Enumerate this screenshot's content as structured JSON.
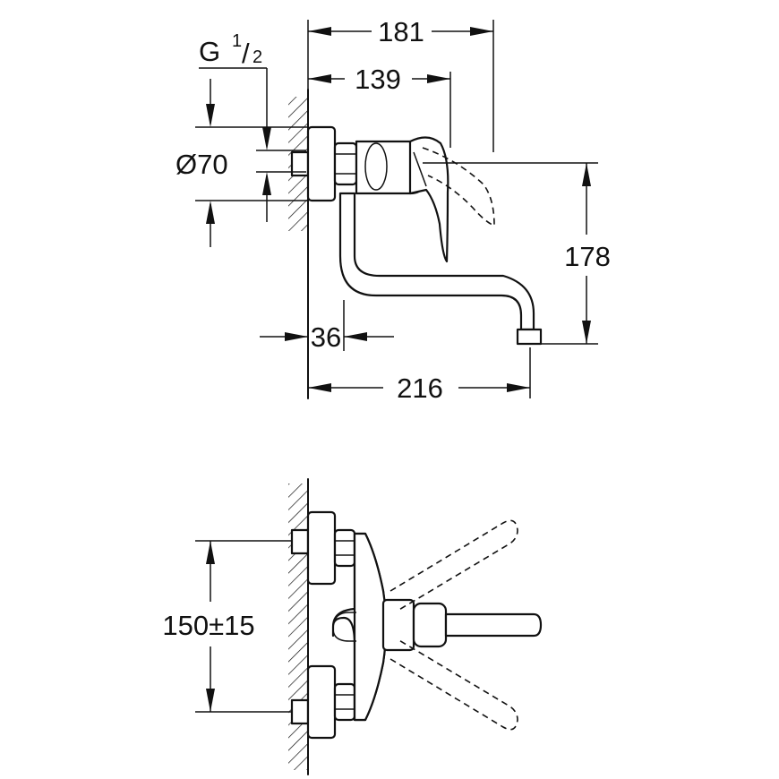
{
  "dimensions": {
    "width_181": "181",
    "width_139": "139",
    "thread_g": "G",
    "thread_num": "1",
    "thread_den": "2",
    "diameter": "Ø70",
    "height_178": "178",
    "offset_36": "36",
    "reach_216": "216",
    "centers": "150±15"
  }
}
